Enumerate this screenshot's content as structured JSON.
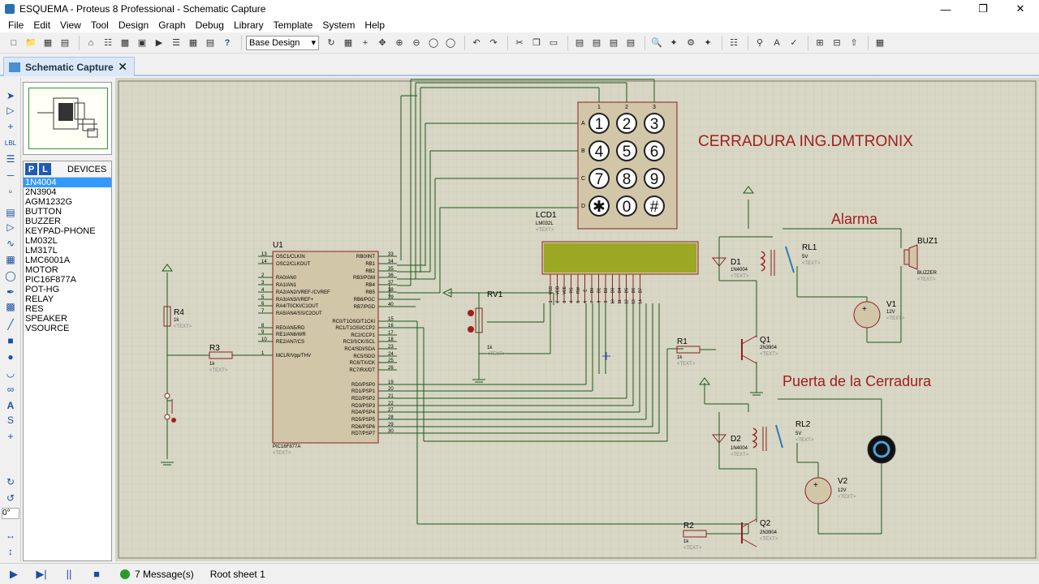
{
  "window": {
    "title": "ESQUEMA - Proteus 8 Professional - Schematic Capture"
  },
  "menu": [
    "File",
    "Edit",
    "View",
    "Tool",
    "Design",
    "Graph",
    "Debug",
    "Library",
    "Template",
    "System",
    "Help"
  ],
  "toolbar": {
    "design_select": "Base Design"
  },
  "tab": {
    "label": "Schematic Capture"
  },
  "devices": {
    "header": "DEVICES",
    "p_label": "P",
    "l_label": "L",
    "items": [
      "1N4004",
      "2N3904",
      "AGM1232G",
      "BUTTON",
      "BUZZER",
      "KEYPAD-PHONE",
      "LM032L",
      "LM317L",
      "LMC6001A",
      "MOTOR",
      "PIC16F877A",
      "POT-HG",
      "RELAY",
      "RES",
      "SPEAKER",
      "VSOURCE"
    ],
    "selected": 0
  },
  "rotation": "0°",
  "status": {
    "messages": "7 Message(s)",
    "sheet": "Root sheet 1"
  },
  "schematic": {
    "title": "CERRADURA ING.DMTRONIX",
    "alarm_label": "Alarma",
    "door_label": "Puerta de la Cerradura",
    "u1": {
      "ref": "U1",
      "part": "PIC16F877A",
      "text": "<TEXT>",
      "left_pins": [
        {
          "num": "13",
          "name": "OSC1/CLKIN"
        },
        {
          "num": "14",
          "name": "OSC2/CLKOUT"
        },
        {
          "num": "2",
          "name": "RA0/AN0"
        },
        {
          "num": "3",
          "name": "RA1/AN1"
        },
        {
          "num": "4",
          "name": "RA2/AN2/VREF-/CVREF"
        },
        {
          "num": "5",
          "name": "RA3/AN3/VREF+"
        },
        {
          "num": "6",
          "name": "RA4/T0CKI/C1OUT"
        },
        {
          "num": "7",
          "name": "RA5/AN4/SS/C2OUT"
        },
        {
          "num": "8",
          "name": "RE0/AN5/RD"
        },
        {
          "num": "9",
          "name": "RE1/AN6/WR"
        },
        {
          "num": "10",
          "name": "RE2/AN7/CS"
        },
        {
          "num": "1",
          "name": "MCLR/Vpp/THV"
        }
      ],
      "right_pins": [
        {
          "num": "33",
          "name": "RB0/INT"
        },
        {
          "num": "34",
          "name": "RB1"
        },
        {
          "num": "35",
          "name": "RB2"
        },
        {
          "num": "36",
          "name": "RB3/PGM"
        },
        {
          "num": "37",
          "name": "RB4"
        },
        {
          "num": "38",
          "name": "RB5"
        },
        {
          "num": "39",
          "name": "RB6/PGC"
        },
        {
          "num": "40",
          "name": "RB7/PGD"
        },
        {
          "num": "15",
          "name": "RC0/T1OSO/T1CKI"
        },
        {
          "num": "16",
          "name": "RC1/T1OSI/CCP2"
        },
        {
          "num": "17",
          "name": "RC2/CCP1"
        },
        {
          "num": "18",
          "name": "RC3/SCK/SCL"
        },
        {
          "num": "23",
          "name": "RC4/SDI/SDA"
        },
        {
          "num": "24",
          "name": "RC5/SDO"
        },
        {
          "num": "25",
          "name": "RC6/TX/CK"
        },
        {
          "num": "26",
          "name": "RC7/RX/DT"
        },
        {
          "num": "19",
          "name": "RD0/PSP0"
        },
        {
          "num": "20",
          "name": "RD1/PSP1"
        },
        {
          "num": "21",
          "name": "RD2/PSP2"
        },
        {
          "num": "22",
          "name": "RD3/PSP3"
        },
        {
          "num": "27",
          "name": "RD4/PSP4"
        },
        {
          "num": "28",
          "name": "RD5/PSP5"
        },
        {
          "num": "29",
          "name": "RD6/PSP6"
        },
        {
          "num": "30",
          "name": "RD7/PSP7"
        }
      ]
    },
    "keypad": {
      "rows": [
        "A",
        "B",
        "C",
        "D"
      ],
      "cols": [
        "1",
        "2",
        "3"
      ],
      "keys": [
        "1",
        "2",
        "3",
        "4",
        "5",
        "6",
        "7",
        "8",
        "9",
        "✱",
        "0",
        "#"
      ]
    },
    "lcd": {
      "ref": "LCD1",
      "part": "LM032L",
      "text": "<TEXT>",
      "pins": [
        "VSS",
        "VDD",
        "VEE",
        "RS",
        "RW",
        "E",
        "D0",
        "D1",
        "D2",
        "D3",
        "D4",
        "D5",
        "D6",
        "D7"
      ],
      "pin_nums": [
        "1",
        "2",
        "3",
        "4",
        "5",
        "6",
        "7",
        "8",
        "9",
        "10",
        "11",
        "12",
        "13",
        "14"
      ]
    },
    "rv1": {
      "ref": "RV1",
      "value": "1k",
      "text": "<TEXT>"
    },
    "r4": {
      "ref": "R4",
      "value": "1k",
      "text": "<TEXT>"
    },
    "r3": {
      "ref": "R3",
      "value": "1k",
      "text": "<TEXT>"
    },
    "r1": {
      "ref": "R1",
      "value": "1k",
      "text": "<TEXT>"
    },
    "r2": {
      "ref": "R2",
      "value": "1k",
      "text": "<TEXT>"
    },
    "q1": {
      "ref": "Q1",
      "part": "2N3904",
      "text": "<TEXT>"
    },
    "q2": {
      "ref": "Q2",
      "part": "2N3904",
      "text": "<TEXT>"
    },
    "d1": {
      "ref": "D1",
      "part": "1N4004",
      "text": "<TEXT>"
    },
    "d2": {
      "ref": "D2",
      "part": "1N4004",
      "text": "<TEXT>"
    },
    "rl1": {
      "ref": "RL1",
      "value": "5V",
      "text": "<TEXT>"
    },
    "rl2": {
      "ref": "RL2",
      "value": "5V",
      "text": "<TEXT>"
    },
    "v1": {
      "ref": "V1",
      "value": "12V",
      "text": "<TEXT>"
    },
    "v2": {
      "ref": "V2",
      "value": "12V",
      "text": "<TEXT>"
    },
    "buz1": {
      "ref": "BUZ1",
      "part": "BUZZER",
      "text": "<TEXT>"
    }
  }
}
